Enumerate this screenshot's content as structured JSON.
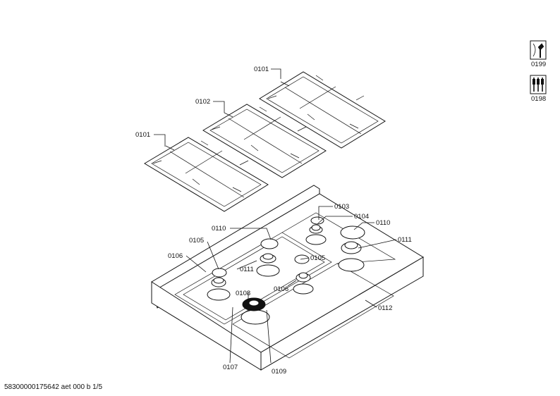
{
  "labels": {
    "grate_right": "0101",
    "grate_middle": "0102",
    "grate_left": "0101",
    "p0103": "0103",
    "p0104": "0104",
    "p0110_right": "0110",
    "p0110_left": "0110",
    "p0111_right": "0111",
    "p0111_left": "0111",
    "p0105_left": "0105",
    "p0105_right": "0105",
    "p0106_left": "0106",
    "p0106_right": "0106",
    "p0108": "0108",
    "p0107": "0107",
    "p0109": "0109",
    "p0112": "0112"
  },
  "tools": {
    "tool1": "0199",
    "tool2": "0198"
  },
  "footer": {
    "text": "58300000175642 aet 000 b 1/5"
  }
}
